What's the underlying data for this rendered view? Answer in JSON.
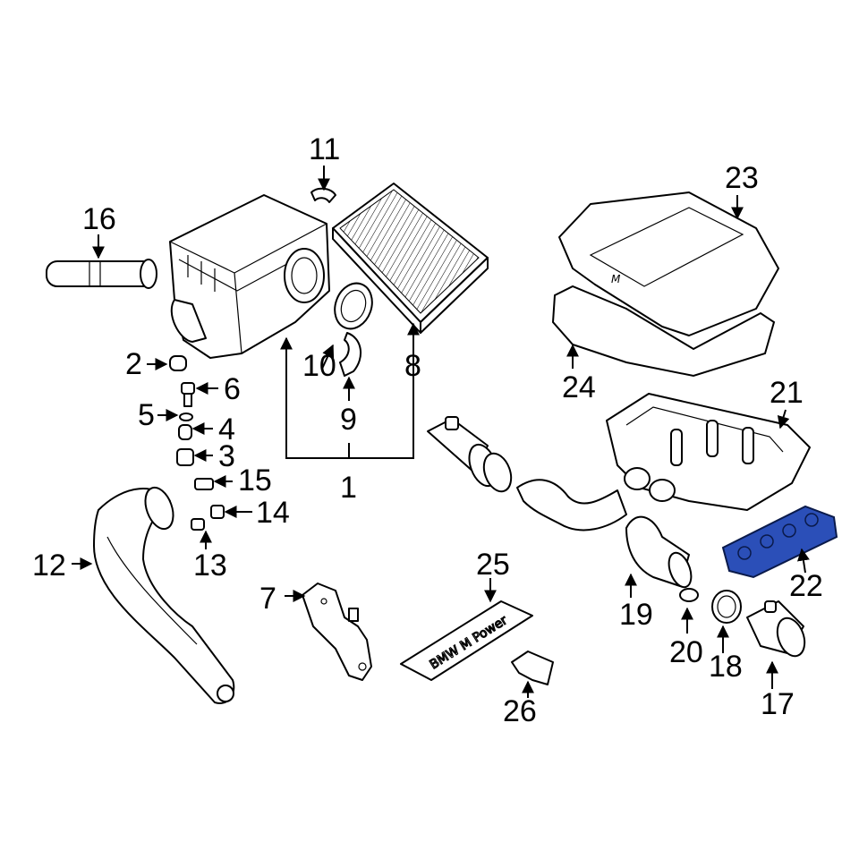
{
  "callouts": {
    "c1": "1",
    "c2": "2",
    "c3": "3",
    "c4": "4",
    "c5": "5",
    "c6": "6",
    "c7": "7",
    "c8": "8",
    "c9": "9",
    "c10": "10",
    "c11": "11",
    "c12": "12",
    "c13": "13",
    "c14": "14",
    "c15": "15",
    "c16": "16",
    "c17": "17",
    "c18": "18",
    "c19": "19",
    "c20": "20",
    "c21": "21",
    "c22": "22",
    "c23": "23",
    "c24": "24",
    "c25": "25",
    "c26": "26"
  },
  "emblem_text": "BMW M Power",
  "cover_badge_text": "M",
  "colors": {
    "highlight": "#2b4fb8",
    "line": "#000000",
    "background": "#ffffff"
  }
}
